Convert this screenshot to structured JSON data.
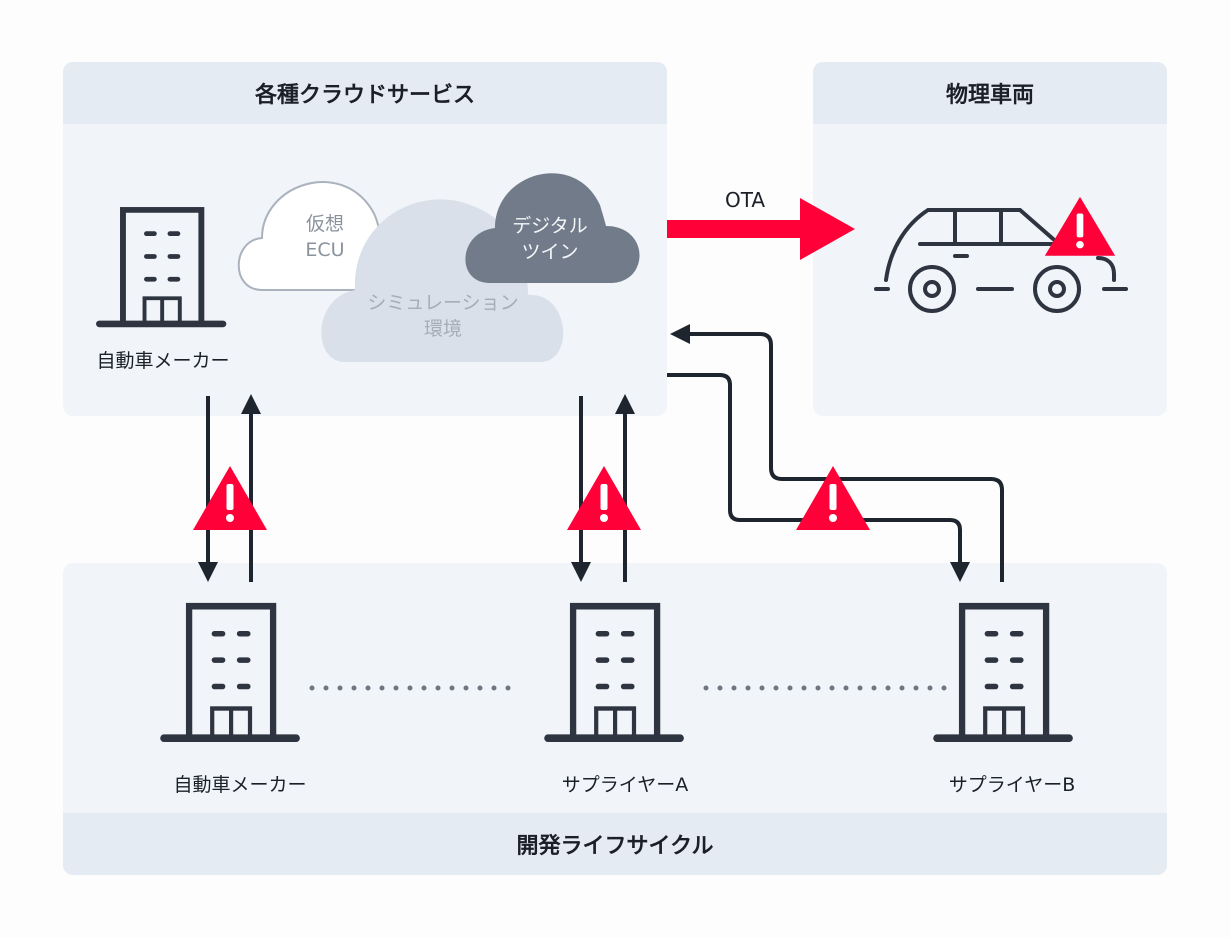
{
  "panels": {
    "cloud_services": {
      "title": "各種クラウドサービス"
    },
    "physical_vehicle": {
      "title": "物理車両"
    },
    "dev_lifecycle": {
      "title": "開発ライフサイクル"
    }
  },
  "clouds": {
    "virtual_ecu": {
      "label": "仮想\nECU"
    },
    "simulation": {
      "label": "シミュレーション\n環境"
    },
    "digital_twin": {
      "label": "デジタル\nツイン"
    }
  },
  "entities": {
    "oem_cloud": {
      "label": "自動車メーカー"
    },
    "oem_lifecycle": {
      "label": "自動車メーカー"
    },
    "supplier_a": {
      "label": "サプライヤーA"
    },
    "supplier_b": {
      "label": "サプライヤーB"
    }
  },
  "connections": {
    "ota": {
      "label": "OTA"
    }
  },
  "colors": {
    "alert": "#ff0038",
    "ink": "#2e3440",
    "panel_bg": "#f1f4f8",
    "panel_header": "#e5ebf3",
    "cloud_dark": "#727b89",
    "cloud_light": "#d9e0e9"
  }
}
